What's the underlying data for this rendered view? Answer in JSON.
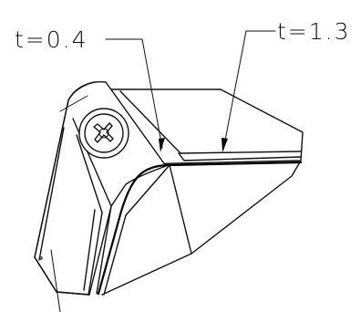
{
  "callouts": [
    {
      "id": "left-thickness",
      "label": "t=0.4"
    },
    {
      "id": "right-thickness",
      "label": "t=1.3"
    }
  ]
}
